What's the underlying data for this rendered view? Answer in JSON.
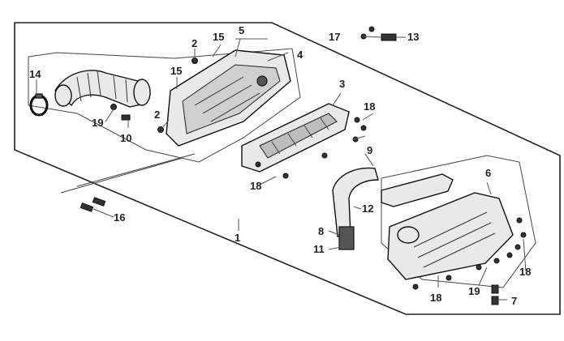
{
  "callouts": {
    "c1": "1",
    "c2a": "2",
    "c2b": "2",
    "c3": "3",
    "c4": "4",
    "c5": "5",
    "c6": "6",
    "c7": "7",
    "c8": "8",
    "c9": "9",
    "c10": "10",
    "c11": "11",
    "c12": "12",
    "c13": "13",
    "c14": "14",
    "c15a": "15",
    "c15b": "15",
    "c16": "16",
    "c17": "17",
    "c18a": "18",
    "c18b": "18",
    "c18c": "18",
    "c18d": "18",
    "c19a": "19",
    "c19b": "19"
  },
  "icons": {
    "intake-duct": "hose-icon",
    "clamp": "clamp-icon",
    "cover": "cover-plate-icon",
    "filter": "filter-element-icon",
    "case": "air-box-case-icon",
    "bolt": "bolt-icon"
  },
  "colors": {
    "line": "#222222",
    "fill": "#e9e9e9",
    "dark": "#555555"
  }
}
